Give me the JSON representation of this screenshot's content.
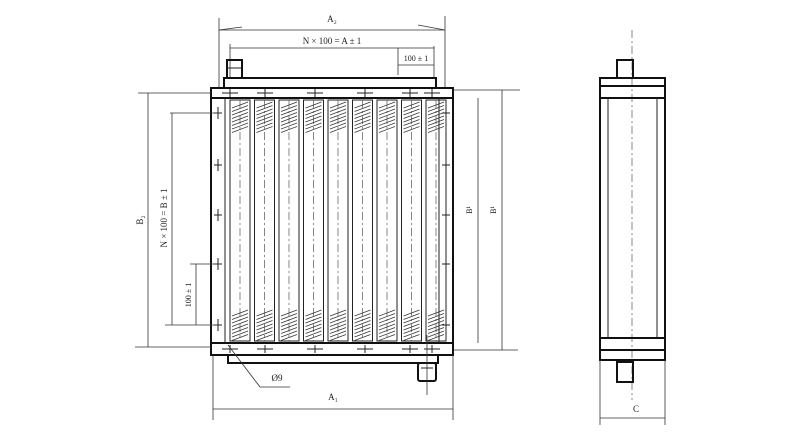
{
  "drawing": {
    "front_view": {
      "overall_width_label": "A₂",
      "pitch_width_formula": "N × 100 = A ± 1",
      "pitch_width_step": "100 ± 1",
      "overall_height_label": "B₂",
      "pitch_height_formula": "N × 100 = B ± 1",
      "pitch_height_step": "100 ± 1",
      "inner_height_label_1": "B¹",
      "inner_height_label_2": "B¹",
      "hole_diameter": "Ø9",
      "bottom_width_label": "A₁"
    },
    "side_view": {
      "depth_label": "C"
    }
  }
}
